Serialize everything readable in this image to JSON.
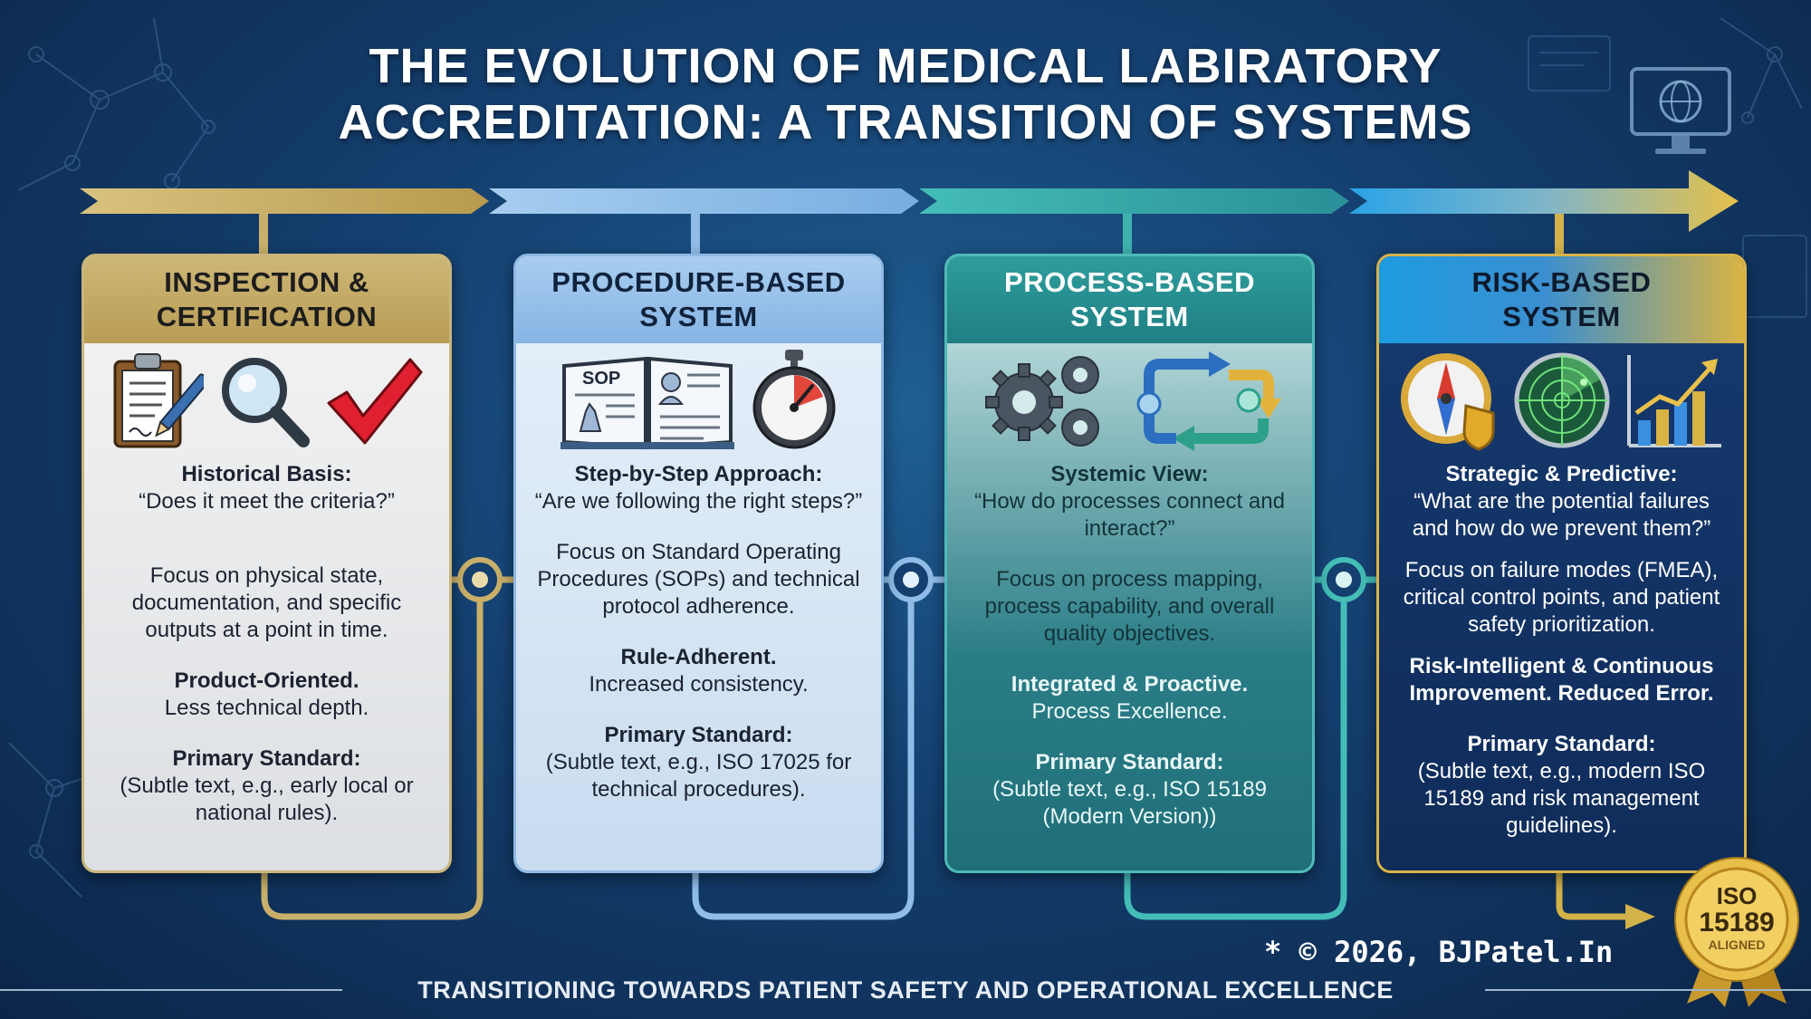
{
  "title": {
    "line1": "THE EVOLUTION OF MEDICAL LABIRATORY",
    "line2": "ACCREDITATION: A TRANSITION OF SYSTEMS"
  },
  "colors": {
    "gold": "#c9b06a",
    "light_blue": "#8fbde8",
    "teal": "#2a9a9a",
    "navy": "#0f2c5a",
    "check_red": "#e02030"
  },
  "stages": [
    {
      "heading_line1": "INSPECTION &",
      "heading_line2": "CERTIFICATION",
      "icons": [
        "clipboard-icon",
        "magnifier-icon",
        "checkmark-icon"
      ],
      "section_title": "Historical Basis:",
      "question": "“Does it meet the criteria?”",
      "focus": "Focus on physical state, documentation, and specific outputs at a point in time.",
      "orientation_bold": "Product-Oriented.",
      "orientation_text": "Less technical depth.",
      "standard_label": "Primary Standard:",
      "standard_text": "(Subtle text, e.g., early local or national rules)."
    },
    {
      "heading_line1": "PROCEDURE-BASED",
      "heading_line2": "SYSTEM",
      "icons": [
        "sop-book-icon",
        "stopwatch-icon"
      ],
      "sop_label": "SOP",
      "section_title": "Step-by-Step Approach:",
      "question": "“Are we following the right steps?”",
      "focus": "Focus on Standard Operating Procedures (SOPs) and technical protocol adherence.",
      "orientation_bold": "Rule-Adherent.",
      "orientation_text": "Increased consistency.",
      "standard_label": "Primary Standard:",
      "standard_text": "(Subtle text, e.g., ISO 17025 for technical procedures)."
    },
    {
      "heading_line1": "PROCESS-BASED",
      "heading_line2": "SYSTEM",
      "icons": [
        "gears-icon",
        "cycle-arrows-icon"
      ],
      "section_title": "Systemic View:",
      "question": "“How do processes connect and interact?”",
      "focus": "Focus on process mapping, process capability, and overall quality objectives.",
      "orientation_bold": "Integrated & Proactive.",
      "orientation_text": "Process Excellence.",
      "standard_label": "Primary Standard:",
      "standard_text": "(Subtle text, e.g., ISO 15189 (Modern Version))"
    },
    {
      "heading_line1": "RISK-BASED",
      "heading_line2": "SYSTEM",
      "icons": [
        "compass-shield-icon",
        "radar-icon",
        "growth-chart-icon"
      ],
      "section_title": "Strategic & Predictive:",
      "question": "“What are the potential failures and how do we prevent them?”",
      "focus": "Focus on failure modes (FMEA), critical control points, and patient safety prioritization.",
      "orientation_bold": "Risk-Intelligent & Continuous Improvement. Reduced Error.",
      "orientation_text": "",
      "standard_label": "Primary Standard:",
      "standard_text": "(Subtle text, e.g., modern ISO 15189 and risk management guidelines)."
    }
  ],
  "seal": {
    "line1": "ISO",
    "line2": "15189",
    "line3": "ALIGNED"
  },
  "copyright": "* © 2026, BJPatel.In",
  "footer": "TRANSITIONING TOWARDS PATIENT SAFETY AND OPERATIONAL EXCELLENCE"
}
